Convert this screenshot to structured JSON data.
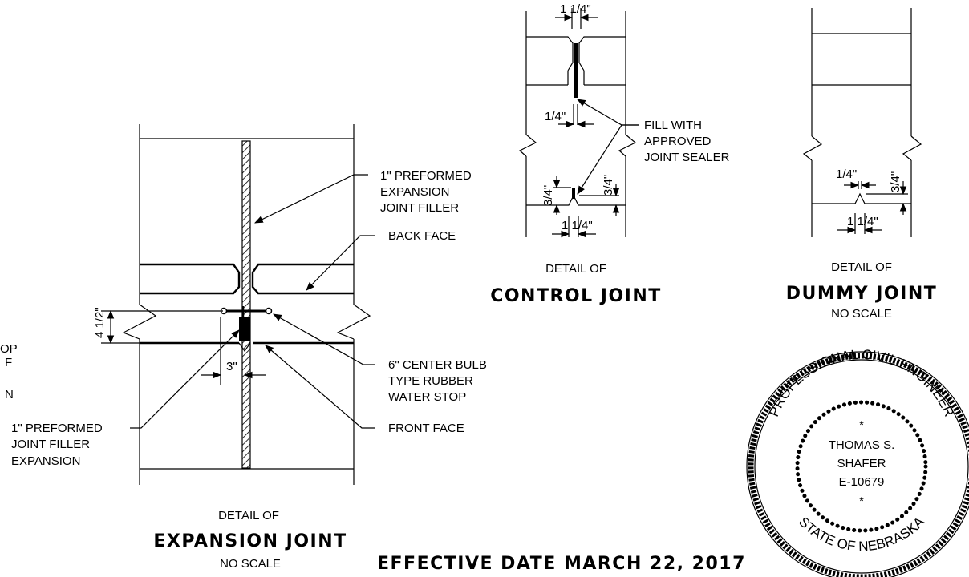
{
  "expansion_joint": {
    "callouts": {
      "filler_top": [
        "1\"  PREFORMED",
        "EXPANSION",
        "JOINT FILLER"
      ],
      "back_face": "BACK FACE",
      "water_stop": [
        "6\"  CENTER BULB",
        "TYPE RUBBER",
        "WATER STOP"
      ],
      "front_face": "FRONT FACE",
      "filler_left": [
        "1\" PREFORMED",
        "JOINT FILLER",
        "EXPANSION"
      ]
    },
    "dims": {
      "depth": "4 1/2\"",
      "offset": "3\""
    },
    "caption": "DETAIL OF",
    "title": "EXPANSION  JOINT",
    "scale": "NO SCALE"
  },
  "control_joint": {
    "dims": {
      "top_width": "1 1/4\"",
      "slot_width": "1/4\"",
      "left_depth": "3/4\"",
      "right_depth": "3/4\"",
      "bottom_width": "1 1/4\""
    },
    "callout": [
      "FILL WITH",
      "APPROVED",
      "JOINT SEALER"
    ],
    "caption": "DETAIL OF",
    "title": "CONTROL  JOINT"
  },
  "dummy_joint": {
    "dims": {
      "groove_width": "1/4\"",
      "depth": "3/4\"",
      "width": "1 1/4\""
    },
    "caption": "DETAIL OF",
    "title": "DUMMY  JOINT",
    "scale": "NO SCALE"
  },
  "left_clip": [
    "OP",
    "F",
    "",
    "N"
  ],
  "effective_date": "EFFECTIVE DATE MARCH 22, 2017",
  "seal": {
    "arc_top": "PROFESSIONAL CIVIL ENGINEER",
    "arc_bottom": "STATE OF NEBRASKA",
    "name1": "THOMAS S.",
    "name2": "SHAFER",
    "number": "E-10679"
  }
}
